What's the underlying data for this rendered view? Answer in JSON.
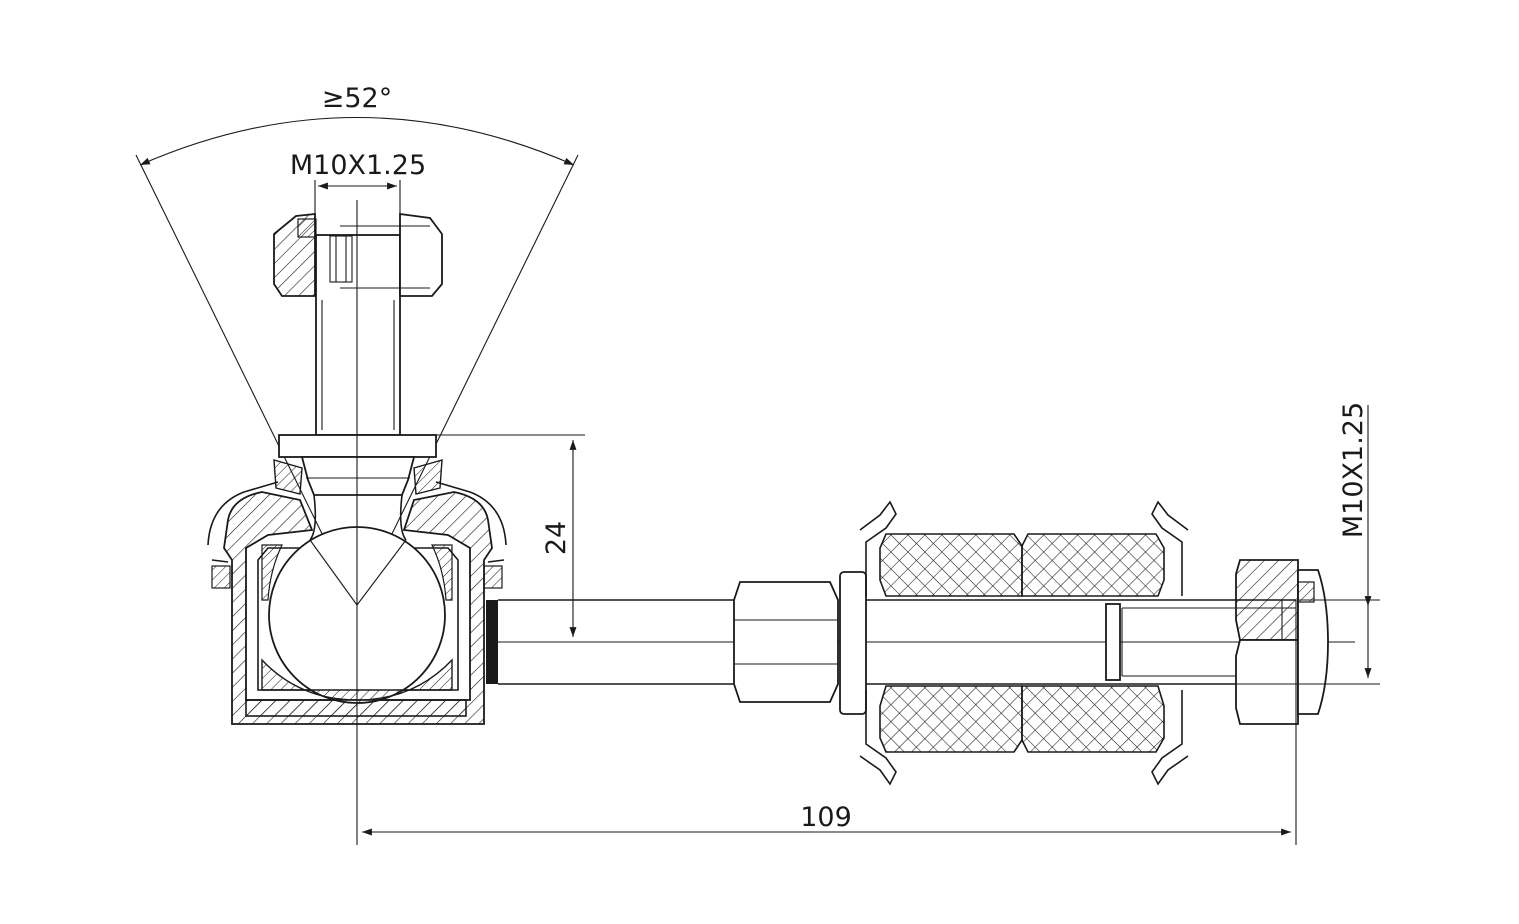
{
  "diagram": {
    "dimensions": {
      "angle": "≥52°",
      "stud_thread": "M10X1.25",
      "ball_offset": "24",
      "overall_length": "109",
      "rod_thread": "M10X1.25"
    }
  }
}
